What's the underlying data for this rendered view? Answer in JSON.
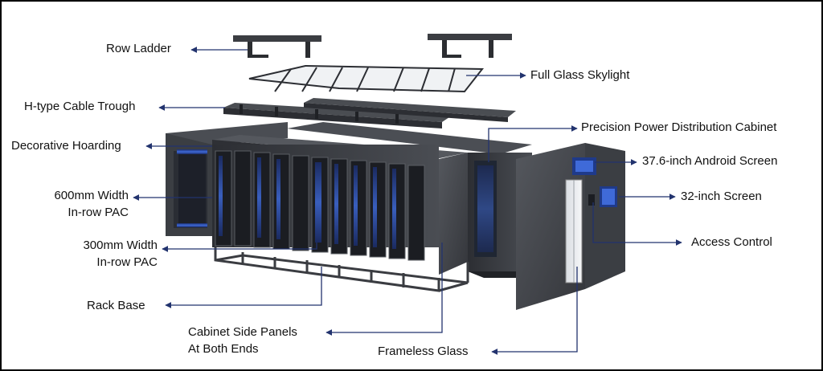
{
  "colors": {
    "leader": "#22336e",
    "cabinet": "#3a3c40",
    "panel_dark": "#2a2c30",
    "glow": "#3f6ad8"
  },
  "labels": {
    "row_ladder": "Row Ladder",
    "full_glass_skylight": "Full Glass Skylight",
    "h_type_cable_trough": "H-type Cable Trough",
    "precision_pdc": "Precision Power Distribution Cabinet",
    "decorative_hoarding": "Decorative Hoarding",
    "android_screen": "37.6-inch Android Screen",
    "pac_600_line1": "600mm Width",
    "pac_600_line2": "In-row PAC",
    "screen_32": "32-inch Screen",
    "access_control": "Access Control",
    "pac_300_line1": "300mm Width",
    "pac_300_line2": "In-row PAC",
    "rack_base": "Rack Base",
    "side_panels_line1": "Cabinet Side Panels",
    "side_panels_line2": "At Both Ends",
    "frameless_glass": "Frameless Glass"
  }
}
